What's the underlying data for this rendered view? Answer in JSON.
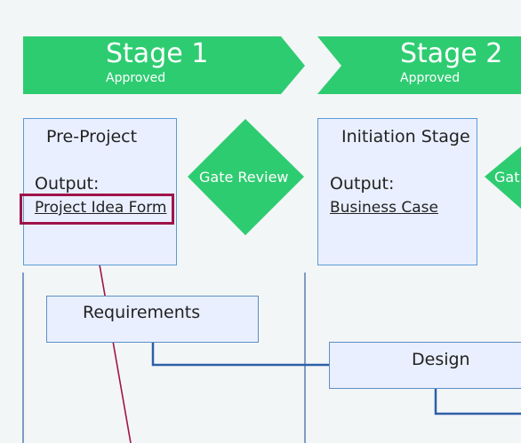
{
  "stages": [
    {
      "title": "Stage 1",
      "status": "Approved"
    },
    {
      "title": "Stage 2",
      "status": "Approved"
    }
  ],
  "phases": [
    {
      "title": "Pre-Project",
      "output_label": "Output:",
      "output": "Project Idea Form"
    },
    {
      "title": "Initiation Stage",
      "output_label": "Output:",
      "output": "Business Case"
    }
  ],
  "gates": [
    {
      "label": "Gate Review"
    },
    {
      "label": "Gat"
    }
  ],
  "work_items": [
    {
      "label": "Requirements"
    },
    {
      "label": "Design"
    }
  ],
  "colors": {
    "stage_green": "#2ecc71",
    "box_fill": "#e9efff",
    "box_border": "#5b9bd5",
    "connector": "#2e5fa8",
    "highlight": "#a0144a"
  }
}
